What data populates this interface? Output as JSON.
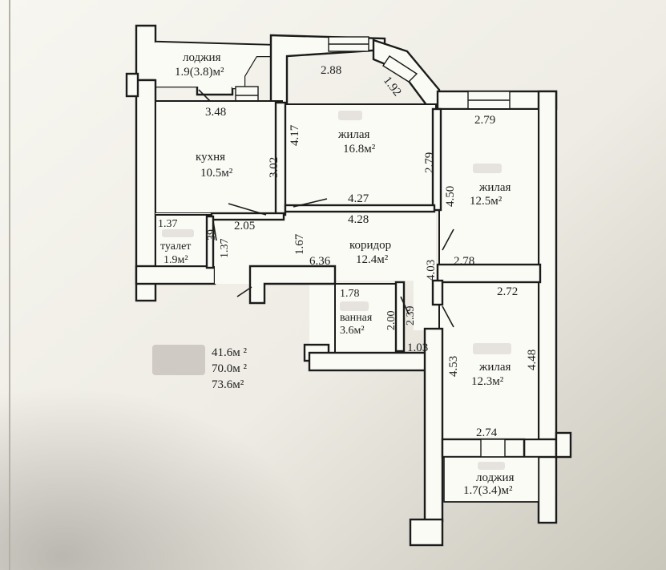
{
  "rooms": {
    "loggia_top": {
      "name": "лоджия",
      "area": "1.9(3.8)м²"
    },
    "kitchen": {
      "name": "кухня",
      "area": "10.5м²"
    },
    "living_center": {
      "name": "жилая",
      "area": "16.8м²"
    },
    "living_right_top": {
      "name": "жилая",
      "area": "12.5м²"
    },
    "toilet": {
      "name": "туалет",
      "area": "1.9м²"
    },
    "corridor": {
      "name": "коридор",
      "area": "12.4м²"
    },
    "bathroom": {
      "name": "ванная",
      "area": "3.6м²"
    },
    "living_right_bottom": {
      "name": "жилая",
      "area": "12.3м²"
    },
    "loggia_bottom": {
      "name": "лоджия",
      "area": "1.7(3.4)м²"
    }
  },
  "dimensions": {
    "d_2_88": "2.88",
    "d_1_92": "1.92",
    "d_3_48": "3.48",
    "d_4_17": "4.17",
    "d_3_02": "3.02",
    "d_2_79_top": "2.79",
    "d_2_79_side": "2.79",
    "d_4_50": "4.50",
    "d_4_27": "4.27",
    "d_4_28": "4.28",
    "d_2_05": "2.05",
    "d_1_37_top": "1.37",
    "d_39": "39",
    "d_1_37_side": "1.37",
    "d_1_67": "1.67",
    "d_6_36": "6.36",
    "d_4_03": "4.03",
    "d_2_78": "2.78",
    "d_2_72": "2.72",
    "d_1_78": "1.78",
    "d_2_00": "2.00",
    "d_2_39": "2.39",
    "d_1_03": "1.03",
    "d_4_53": "4.53",
    "d_4_48": "4.48",
    "d_2_74": "2.74"
  },
  "totals": {
    "living_area": "41.6м ²",
    "total_area": "70.0м ²",
    "total_with_loggias": "73.6м²"
  }
}
